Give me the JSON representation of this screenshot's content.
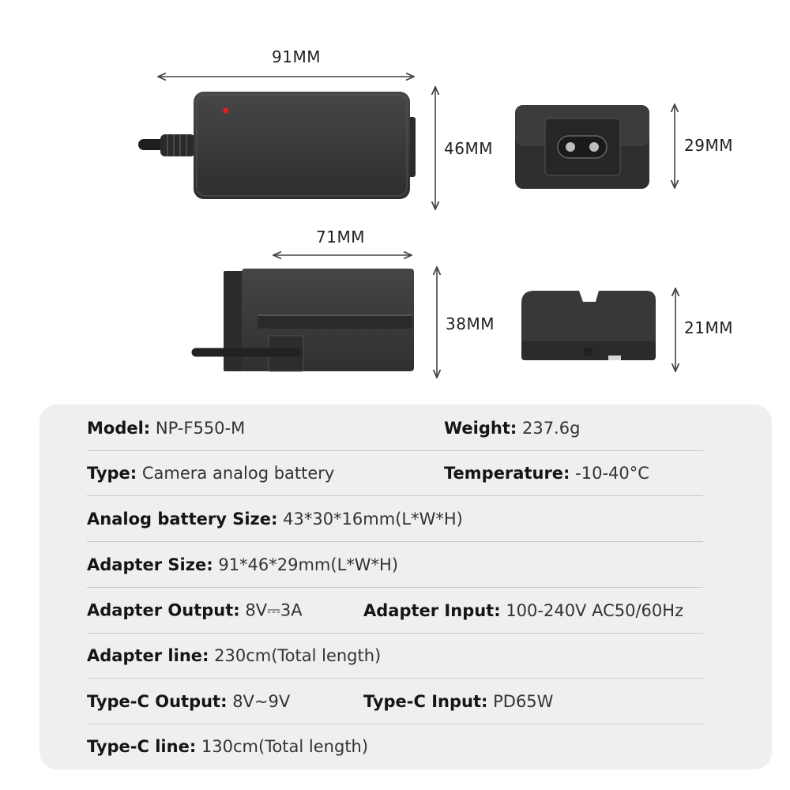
{
  "dimensions": {
    "adapter_length": "91MM",
    "adapter_width": "46MM",
    "adapter_height": "29MM",
    "battery_length": "71MM",
    "battery_width": "38MM",
    "battery_height": "21MM"
  },
  "specs": {
    "model_key": "Model:",
    "model_value": "NP-F550-M",
    "weight_key": "Weight:",
    "weight_value": "237.6g",
    "type_key": "Type:",
    "type_value": "Camera analog battery",
    "temperature_key": "Temperature:",
    "temperature_value": "-10-40°C",
    "battery_size_key": "Analog battery Size:",
    "battery_size_value": "43*30*16mm(L*W*H)",
    "adapter_size_key": "Adapter Size:",
    "adapter_size_value": "91*46*29mm(L*W*H)",
    "adapter_output_key": "Adapter Output:",
    "adapter_output_value_v": "8V",
    "adapter_output_symbol": "⎓",
    "adapter_output_value_a": "3A",
    "adapter_input_key": "Adapter Input:",
    "adapter_input_value": "100-240V AC50/60Hz",
    "adapter_line_key": "Adapter line:",
    "adapter_line_value": "230cm(Total length)",
    "typec_output_key": "Type-C Output:",
    "typec_output_value": "8V~9V",
    "typec_input_key": "Type-C Input:",
    "typec_input_value": "PD65W",
    "typec_line_key": "Type-C line:",
    "typec_line_value": "130cm(Total length)"
  },
  "colors": {
    "device_body": "#3a3a3a",
    "device_dark": "#252525",
    "panel_bg": "#efefef",
    "led": "#e02020"
  }
}
